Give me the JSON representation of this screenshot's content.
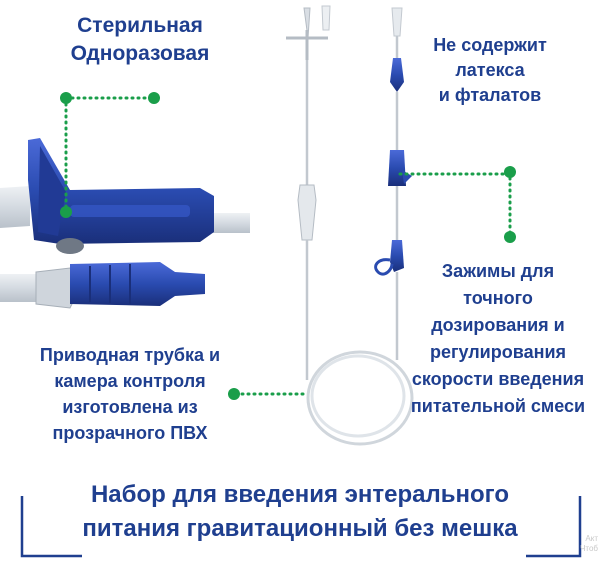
{
  "labels": {
    "sterile": [
      "Стерильная",
      "Одноразовая"
    ],
    "latex_free": [
      "Не содержит",
      "латекса",
      "и фталатов"
    ],
    "clamps": [
      "Зажимы для",
      "точного",
      "дозирования и",
      "регулирования",
      "скорости введения",
      "питательной смеси"
    ],
    "tube": [
      "Приводная трубка и",
      "камера контроля",
      "изготовлена из",
      "прозрачного ПВХ"
    ]
  },
  "title": [
    "Набор для введения энтерального",
    "питания гравитационный без мешка"
  ],
  "watermark": [
    "Акт",
    "Чтоб"
  ],
  "colors": {
    "text": "#1f3f8f",
    "accent_green": "#1a9e4a",
    "device_blue": "#2a4bb0",
    "tube": "#d8dde3"
  }
}
